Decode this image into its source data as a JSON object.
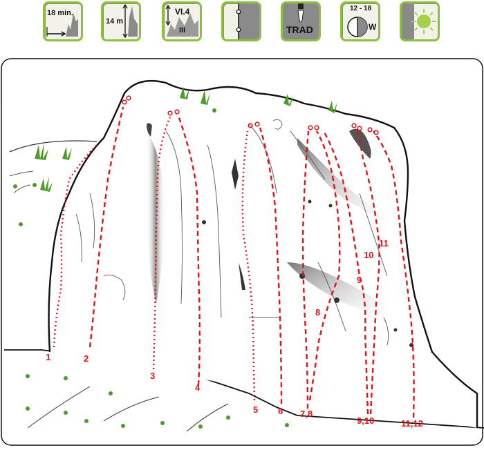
{
  "icons": {
    "approach": {
      "label": "18 min.",
      "icon": "approach-time-icon"
    },
    "height": {
      "label": "14 m",
      "icon": "wall-height-icon"
    },
    "grade": {
      "top": "VI.4",
      "bottom": "III",
      "icon": "grade-range-icon"
    },
    "protection": {
      "icon": "bolted-protection-icon"
    },
    "trad": {
      "label": "TRAD",
      "icon": "trad-protection-icon"
    },
    "sun": {
      "label": "12 - 18",
      "aspect": "W",
      "icon": "sun-hours-clock-icon"
    },
    "exposure": {
      "icon": "sun-exposure-icon"
    }
  },
  "colors": {
    "accent_green": "#8dbf3c",
    "route_red": "#e0121a"
  },
  "routes": [
    {
      "label": "1"
    },
    {
      "label": "2"
    },
    {
      "label": "3"
    },
    {
      "label": "4"
    },
    {
      "label": "5"
    },
    {
      "label": "6"
    },
    {
      "label": "7,8"
    },
    {
      "label": "8"
    },
    {
      "label": "9"
    },
    {
      "label": "9,10"
    },
    {
      "label": "10"
    },
    {
      "label": "11"
    },
    {
      "label": "11,12"
    }
  ]
}
